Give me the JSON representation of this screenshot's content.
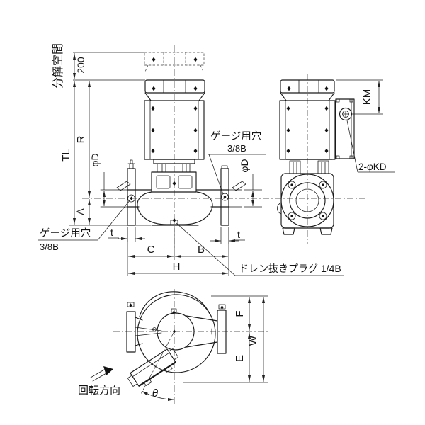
{
  "page": {
    "background": "#ffffff",
    "line_color": "#1b1b1b"
  },
  "front_view": {
    "dimensions": {
      "disassembly_space_label": "分解空間",
      "disassembly_space_value": "200",
      "total_height": "TL",
      "motor_removal_height": "R",
      "bore_diameter": "φD",
      "center_to_base": "A",
      "flange_thickness": "t",
      "suction_to_center": "C",
      "center_to_discharge": "B",
      "face_to_face": "H"
    },
    "callouts": {
      "gauge_hole_label": "ゲージ用穴",
      "gauge_hole_size": "3/8B",
      "drain_plug": "ドレン抜きプラグ 1/4B"
    }
  },
  "side_view": {
    "dimensions": {
      "terminal_top_height": "KM",
      "cable_holes": "2-φKD",
      "bore_diameter": "φD"
    }
  },
  "plan_view": {
    "dimensions": {
      "center_to_front": "F",
      "overall_width": "W",
      "center_to_rear": "E",
      "terminal_box_angle": "θ"
    },
    "rotation_direction_label": "回転方向"
  }
}
